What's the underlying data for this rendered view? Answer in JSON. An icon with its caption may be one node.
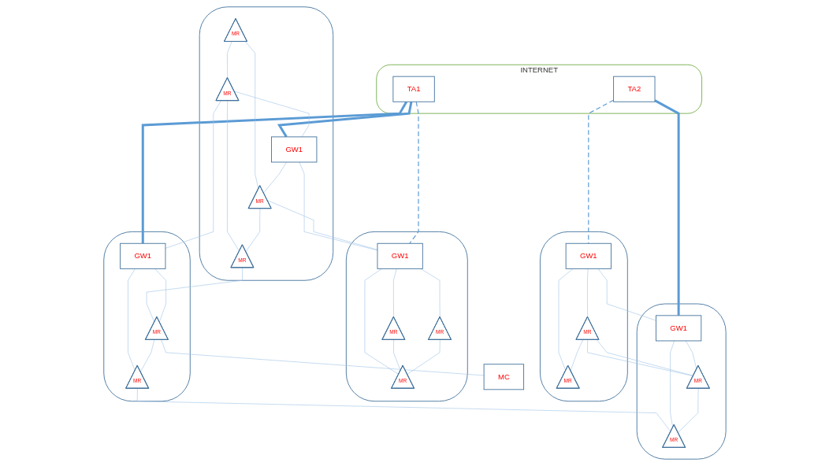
{
  "diagram": {
    "nodes": [
      {
        "text": [
          "INTERNET"
        ]
      },
      {
        "text": [
          "TA1"
        ],
        "in": 0
      },
      {
        "text": [
          "TA2"
        ],
        "in": 0
      },
      {
        "text": [],
        "shape": "ellipse"
      },
      {
        "text": [
          "MR"
        ],
        "in": 3
      },
      {
        "text": [
          "MR"
        ],
        "in": 3
      },
      {
        "text": [
          "GW1"
        ],
        "in": 3
      },
      {
        "text": [
          "MR"
        ],
        "in": 3
      },
      {
        "text": [
          "MR"
        ],
        "in": 3
      },
      {
        "text": [],
        "shape": "ellipse"
      },
      {
        "text": [
          "GW1"
        ],
        "in": 9
      },
      {
        "text": [
          "MR"
        ],
        "in": 9
      },
      {
        "text": [
          "MR"
        ],
        "in": 9
      },
      {
        "text": [],
        "shape": "ellipse"
      },
      {
        "text": [
          "GW1"
        ],
        "in": 13
      },
      {
        "text": [
          "MR"
        ],
        "in": 13
      },
      {
        "text": [
          "MR"
        ],
        "in": 13
      },
      {
        "text": [],
        "shape": "ellipse"
      },
      {
        "text": [
          "GW1"
        ],
        "in": 17
      },
      {
        "text": [
          "MR"
        ],
        "in": 17
      },
      {
        "text": [
          "MR"
        ],
        "in": 17
      },
      {
        "text": [
          "MR"
        ],
        "in": 17
      },
      {
        "text": [],
        "shape": "ellipse"
      },
      {
        "text": [
          "GW1"
        ],
        "in": 22
      },
      {
        "text": [
          "MR"
        ],
        "in": 22
      },
      {
        "text": [
          "MR"
        ],
        "in": 22
      },
      {
        "text": [
          "MC"
        ]
      }
    ],
    "edges": [
      {
        "from": 1,
        "to": 6,
        "arrow": "none",
        "style": "thick",
        "color": "#5b9bd5"
      },
      {
        "from": 1,
        "to": 18,
        "arrow": "none",
        "style": "dashed",
        "color": "#5b9bd5"
      },
      {
        "from": 1,
        "to": 14,
        "arrow": "none",
        "style": "thick",
        "color": "#5b9bd5"
      },
      {
        "from": 2,
        "to": 23,
        "arrow": "none",
        "style": "thick",
        "color": "#5b9bd5"
      },
      {
        "from": 2,
        "to": 10,
        "arrow": "none",
        "style": "dashed",
        "color": "#5b9bd5"
      },
      {
        "from": 4,
        "to": 5,
        "arrow": "none"
      },
      {
        "from": 4,
        "to": 7,
        "arrow": "none"
      },
      {
        "from": 5,
        "to": 6,
        "arrow": "none"
      },
      {
        "from": 5,
        "to": 8,
        "arrow": "none"
      },
      {
        "from": 5,
        "to": 14,
        "arrow": "none"
      },
      {
        "from": 6,
        "to": 7,
        "arrow": "none"
      },
      {
        "from": 7,
        "to": 8,
        "arrow": "none"
      },
      {
        "from": 6,
        "to": 18,
        "arrow": "none"
      },
      {
        "from": 7,
        "to": 18,
        "arrow": "none"
      },
      {
        "from": 8,
        "to": 15,
        "arrow": "none"
      },
      {
        "from": 10,
        "to": 11,
        "arrow": "none"
      },
      {
        "from": 10,
        "to": 12,
        "arrow": "none"
      },
      {
        "from": 11,
        "to": 12,
        "arrow": "none"
      },
      {
        "from": 10,
        "to": 23,
        "arrow": "none"
      },
      {
        "from": 11,
        "to": 24,
        "arrow": "none"
      },
      {
        "from": 11,
        "to": 24,
        "arrow": "none"
      },
      {
        "from": 14,
        "to": 15,
        "arrow": "none"
      },
      {
        "from": 14,
        "to": 16,
        "arrow": "none"
      },
      {
        "from": 15,
        "to": 16,
        "arrow": "none"
      },
      {
        "from": 15,
        "to": 26,
        "arrow": "none"
      },
      {
        "from": 16,
        "to": 25,
        "arrow": "none"
      },
      {
        "from": 18,
        "to": 19,
        "arrow": "none"
      },
      {
        "from": 18,
        "to": 20,
        "arrow": "none"
      },
      {
        "from": 18,
        "to": 21,
        "arrow": "none"
      },
      {
        "from": 20,
        "to": 21,
        "arrow": "none"
      },
      {
        "from": 19,
        "to": 21,
        "arrow": "none"
      },
      {
        "from": 23,
        "to": 24,
        "arrow": "none"
      },
      {
        "from": 23,
        "to": 25,
        "arrow": "none"
      },
      {
        "from": 24,
        "to": 25,
        "arrow": "none"
      }
    ]
  }
}
